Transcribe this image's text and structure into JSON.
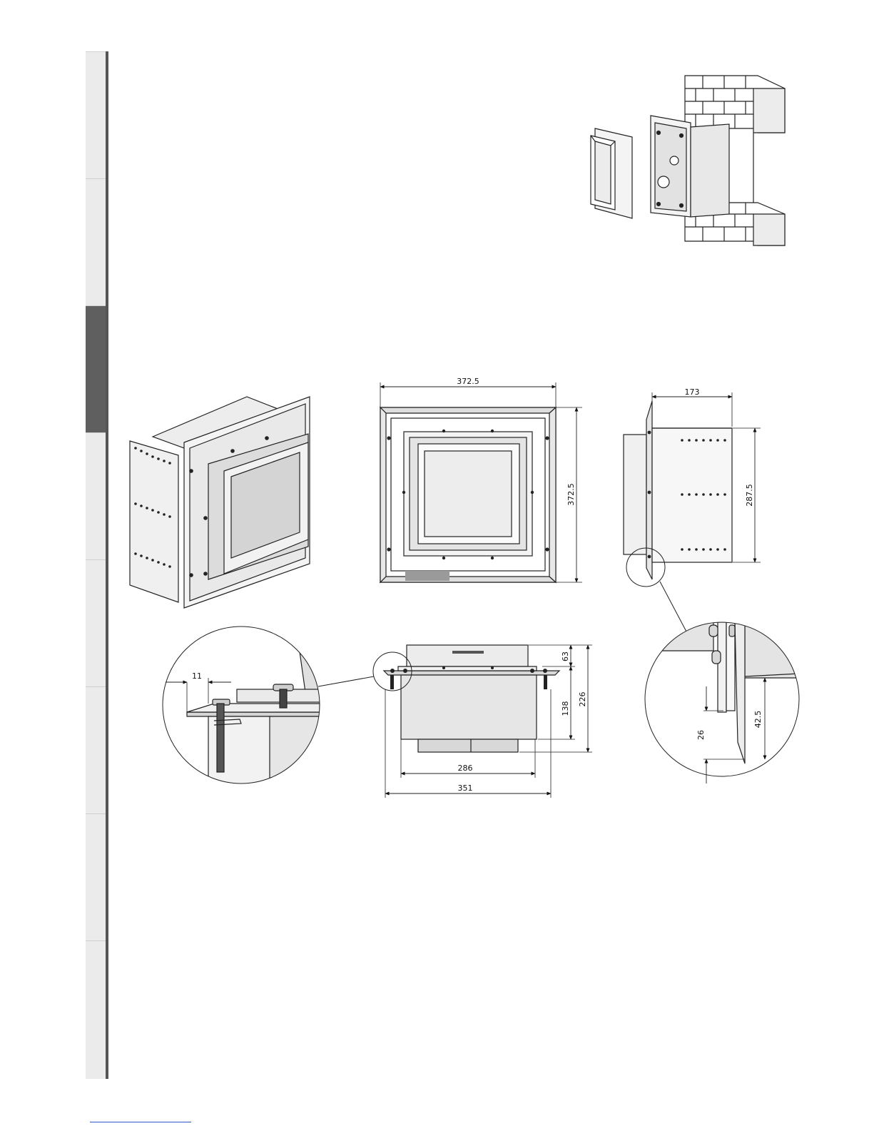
{
  "sidebar": {
    "tabs": [
      {
        "id": "tab-1",
        "active": false
      },
      {
        "id": "tab-2",
        "active": false
      },
      {
        "id": "tab-3",
        "active": true
      },
      {
        "id": "tab-4",
        "active": false
      },
      {
        "id": "tab-5",
        "active": false
      },
      {
        "id": "tab-6",
        "active": false
      },
      {
        "id": "tab-7",
        "active": false
      },
      {
        "id": "tab-8",
        "active": false
      }
    ]
  },
  "dimensions": {
    "front_width": "372.5",
    "front_height": "372.5",
    "side_depth": "173",
    "side_height": "287.5",
    "detail_left_offset": "11",
    "bottom_top_depth": "63",
    "bottom_middle_depth": "138",
    "bottom_total_depth": "226",
    "bottom_inner_width": "286",
    "bottom_outer_width": "351",
    "detail_right_offset": "26",
    "detail_right_height": "42.5"
  }
}
